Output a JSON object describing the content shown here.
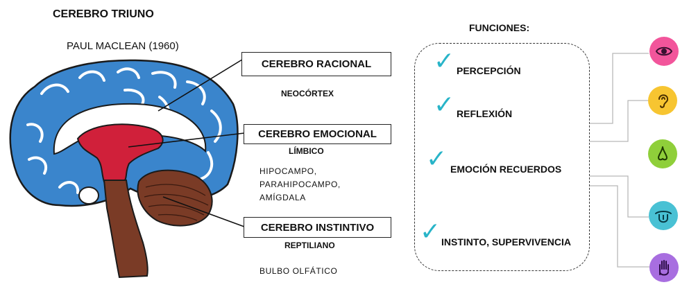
{
  "title": "CEREBRO TRIUNO",
  "author": "PAUL MACLEAN (1960)",
  "brains": {
    "rational": {
      "label": "CEREBRO RACIONAL",
      "sub": "NEOCÓRTEX"
    },
    "emotional": {
      "label": "CEREBRO EMOCIONAL",
      "sub": "LÍMBICO",
      "structures": [
        "HIPOCAMPO,",
        "PARAHIPOCAMPO,",
        "AMÍGDALA"
      ]
    },
    "instinctive": {
      "label": "CEREBRO INSTINTIVO",
      "sub": "REPTILIANO",
      "extra": "BULBO OLFÁTICO"
    }
  },
  "functions": {
    "title": "FUNCIONES:",
    "items": [
      "PERCEPCIÓN",
      "REFLEXIÓN",
      "EMOCIÓN RECUERDOS",
      "INSTINTO, SUPERVIVENCIA"
    ]
  },
  "senses": [
    {
      "icon": "eye-icon",
      "color": "#f2559b"
    },
    {
      "icon": "ear-icon",
      "color": "#f7c531"
    },
    {
      "icon": "nose-icon",
      "color": "#8fcf3a"
    },
    {
      "icon": "tongue-icon",
      "color": "#49c1d4"
    },
    {
      "icon": "hand-icon",
      "color": "#a86ee0"
    }
  ],
  "colors": {
    "neocortex": "#3a85cc",
    "limbic": "#d0203a",
    "reptilian": "#7a3b26",
    "check": "#28b4c8"
  }
}
